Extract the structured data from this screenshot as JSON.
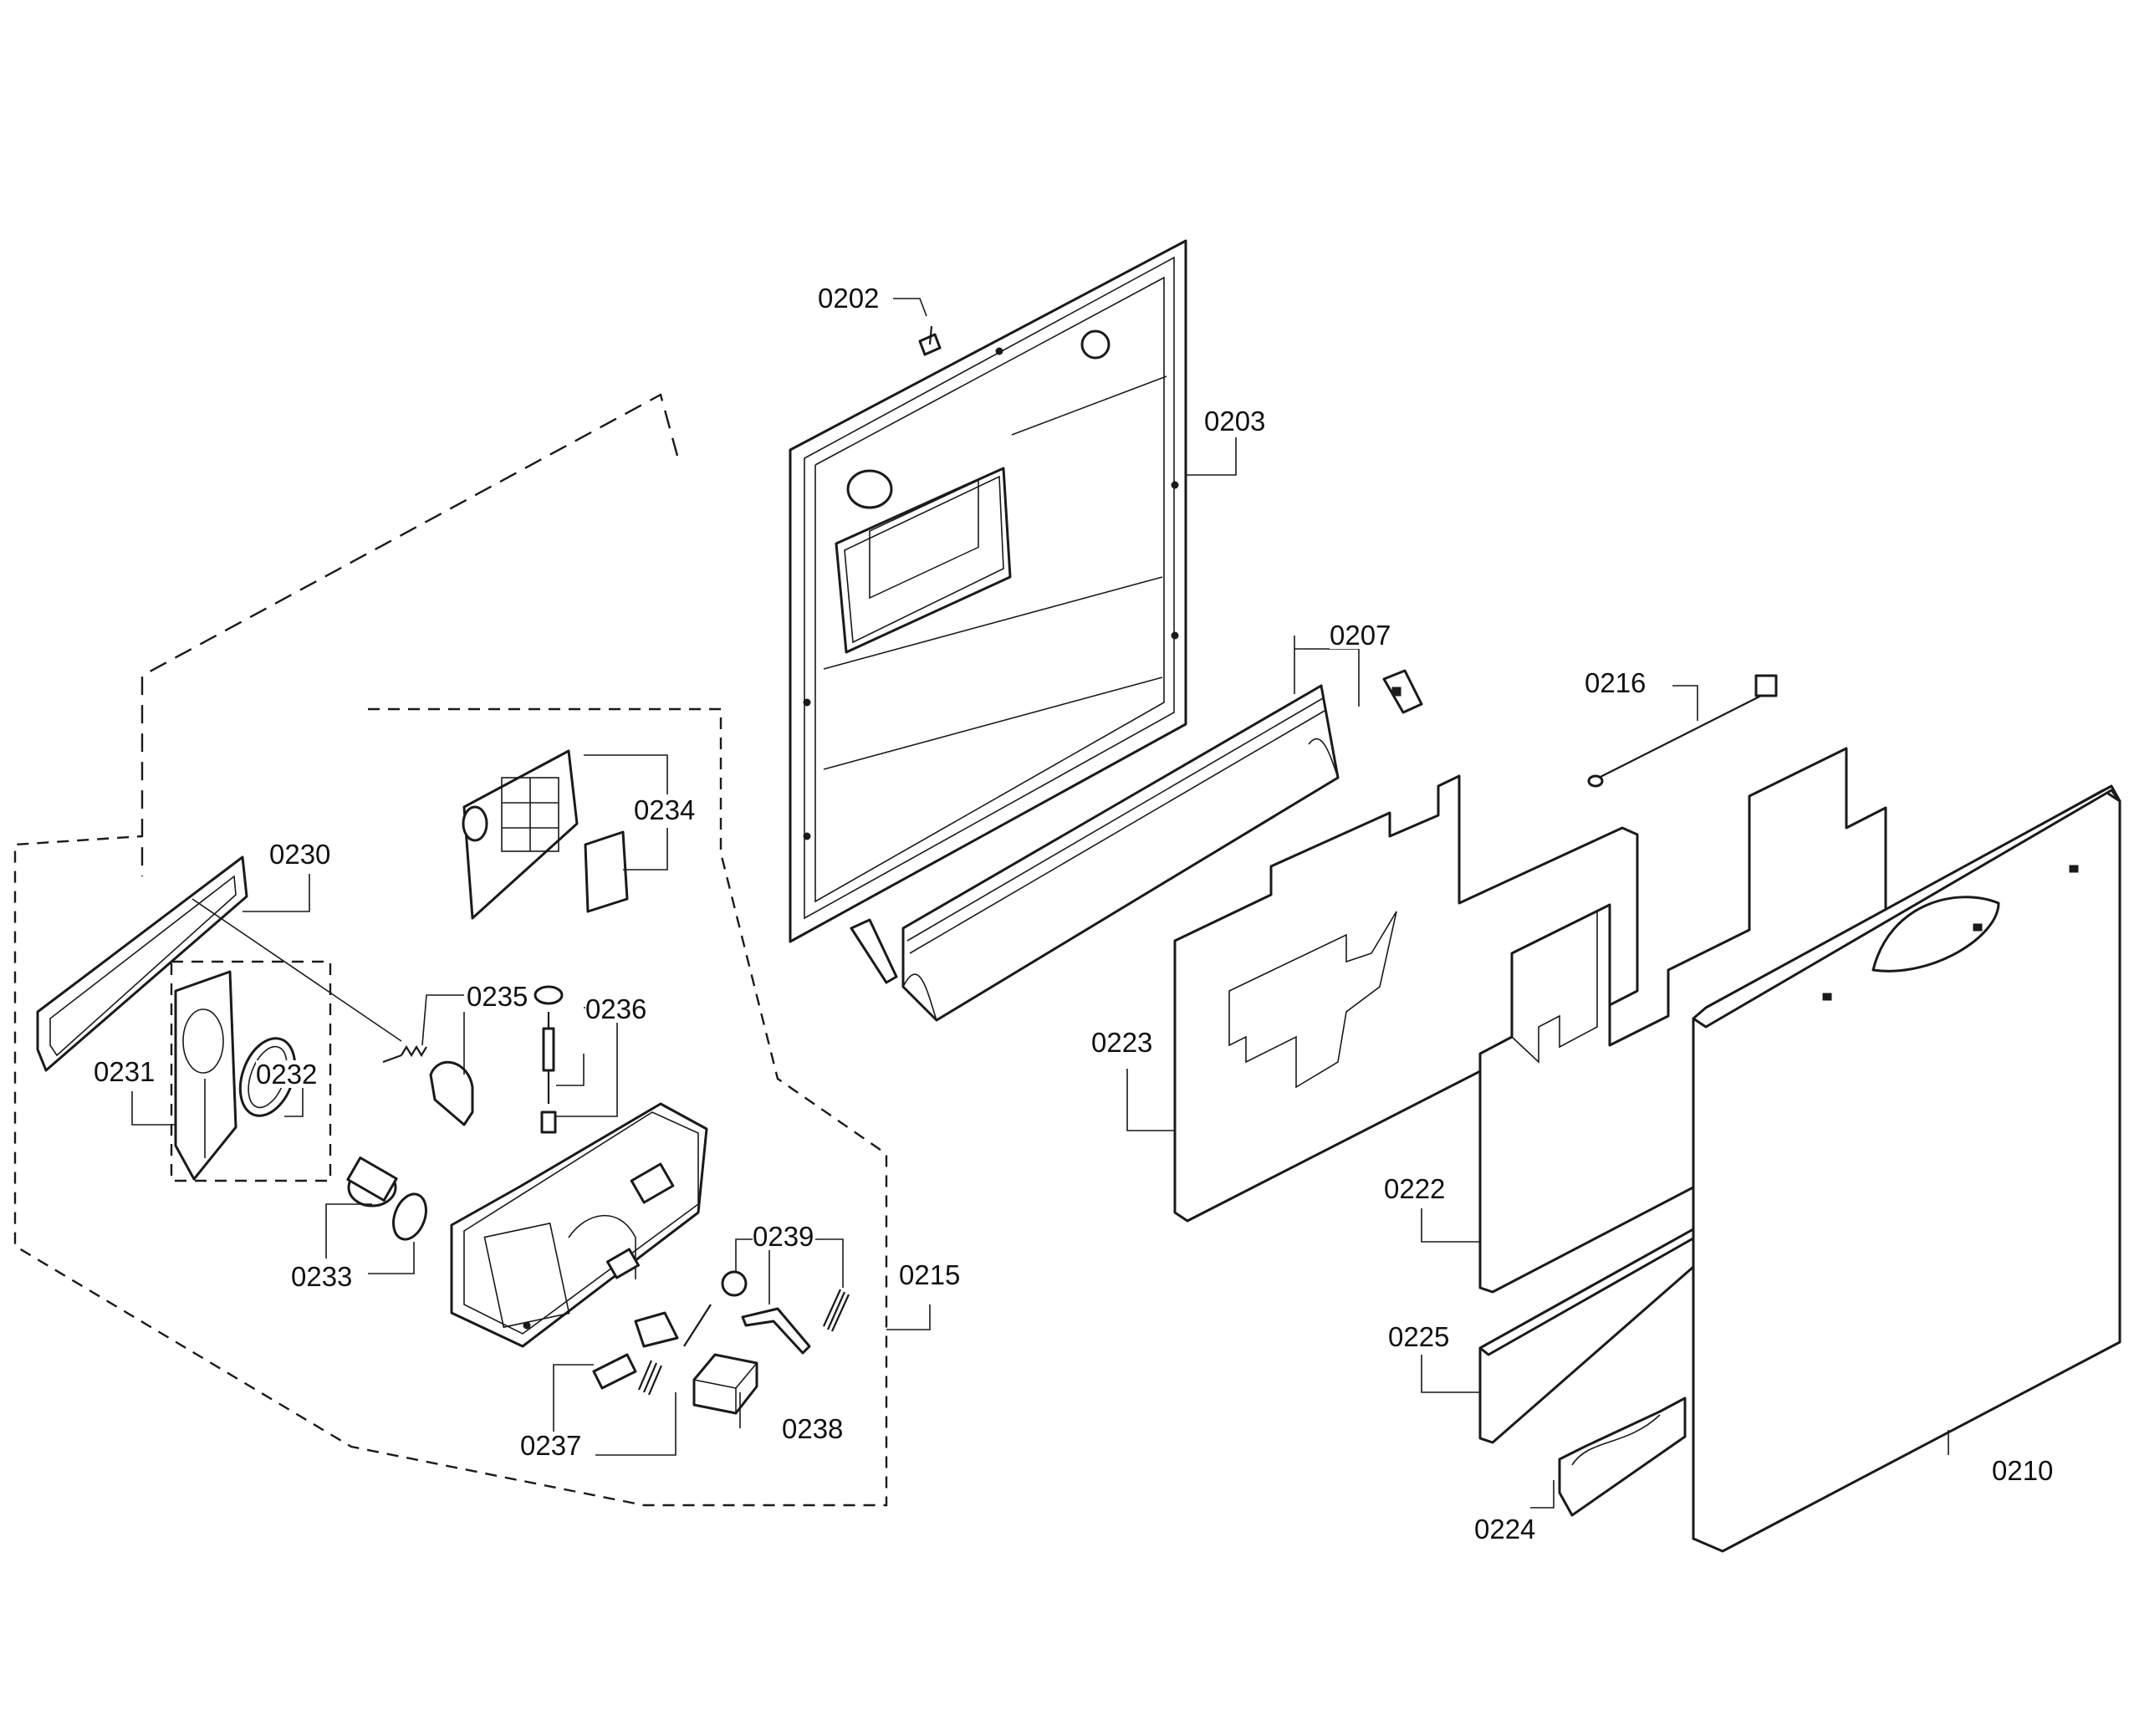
{
  "diagram": {
    "labels": {
      "p0202": "0202",
      "p0203": "0203",
      "p0207": "0207",
      "p0216": "0216",
      "p0230": "0230",
      "p0234": "0234",
      "p0235": "0235",
      "p0236": "0236",
      "p0231": "0231",
      "p0232": "0232",
      "p0223": "0223",
      "p0233": "0233",
      "p0239": "0239",
      "p0215": "0215",
      "p0222": "0222",
      "p0225": "0225",
      "p0237": "0237",
      "p0238": "0238",
      "p0210": "0210",
      "p0224": "0224"
    }
  }
}
